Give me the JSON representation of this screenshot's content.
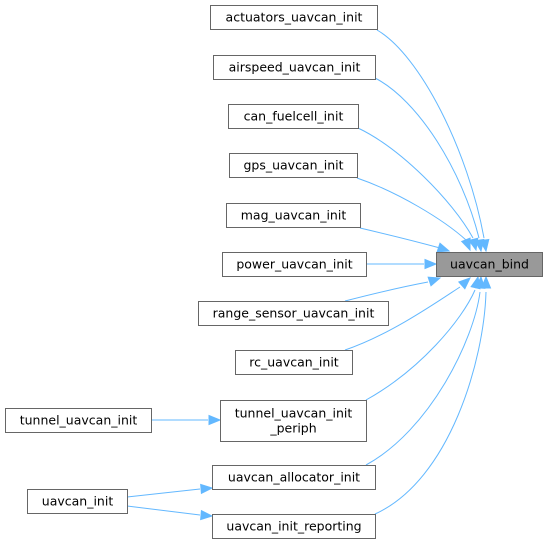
{
  "graph": {
    "target": {
      "id": "uavcan_bind",
      "label": "uavcan_bind"
    },
    "nodes": [
      {
        "id": "actuators",
        "label": "actuators_uavcan_init"
      },
      {
        "id": "airspeed",
        "label": "airspeed_uavcan_init"
      },
      {
        "id": "fuelcell",
        "label": "can_fuelcell_init"
      },
      {
        "id": "gps",
        "label": "gps_uavcan_init"
      },
      {
        "id": "mag",
        "label": "mag_uavcan_init"
      },
      {
        "id": "power",
        "label": "power_uavcan_init"
      },
      {
        "id": "range",
        "label": "range_sensor_uavcan_init"
      },
      {
        "id": "rc",
        "label": "rc_uavcan_init"
      },
      {
        "id": "tunnel_periph",
        "label": [
          "tunnel_uavcan_init",
          "_periph"
        ]
      },
      {
        "id": "allocator",
        "label": "uavcan_allocator_init"
      },
      {
        "id": "reporting",
        "label": "uavcan_init_reporting"
      },
      {
        "id": "tunnel_init",
        "label": "tunnel_uavcan_init"
      },
      {
        "id": "uavcan_init",
        "label": "uavcan_init"
      }
    ],
    "edges": [
      {
        "from": "actuators",
        "to": "uavcan_bind"
      },
      {
        "from": "airspeed",
        "to": "uavcan_bind"
      },
      {
        "from": "fuelcell",
        "to": "uavcan_bind"
      },
      {
        "from": "gps",
        "to": "uavcan_bind"
      },
      {
        "from": "mag",
        "to": "uavcan_bind"
      },
      {
        "from": "power",
        "to": "uavcan_bind"
      },
      {
        "from": "range",
        "to": "uavcan_bind"
      },
      {
        "from": "rc",
        "to": "uavcan_bind"
      },
      {
        "from": "tunnel_periph",
        "to": "uavcan_bind"
      },
      {
        "from": "allocator",
        "to": "uavcan_bind"
      },
      {
        "from": "reporting",
        "to": "uavcan_bind"
      },
      {
        "from": "tunnel_init",
        "to": "tunnel_periph"
      },
      {
        "from": "uavcan_init",
        "to": "allocator"
      },
      {
        "from": "uavcan_init",
        "to": "reporting"
      }
    ],
    "colors": {
      "edge": "#63b8ff",
      "node_border": "#666666",
      "node_fill": "#ffffff",
      "target_fill": "#999999"
    }
  }
}
